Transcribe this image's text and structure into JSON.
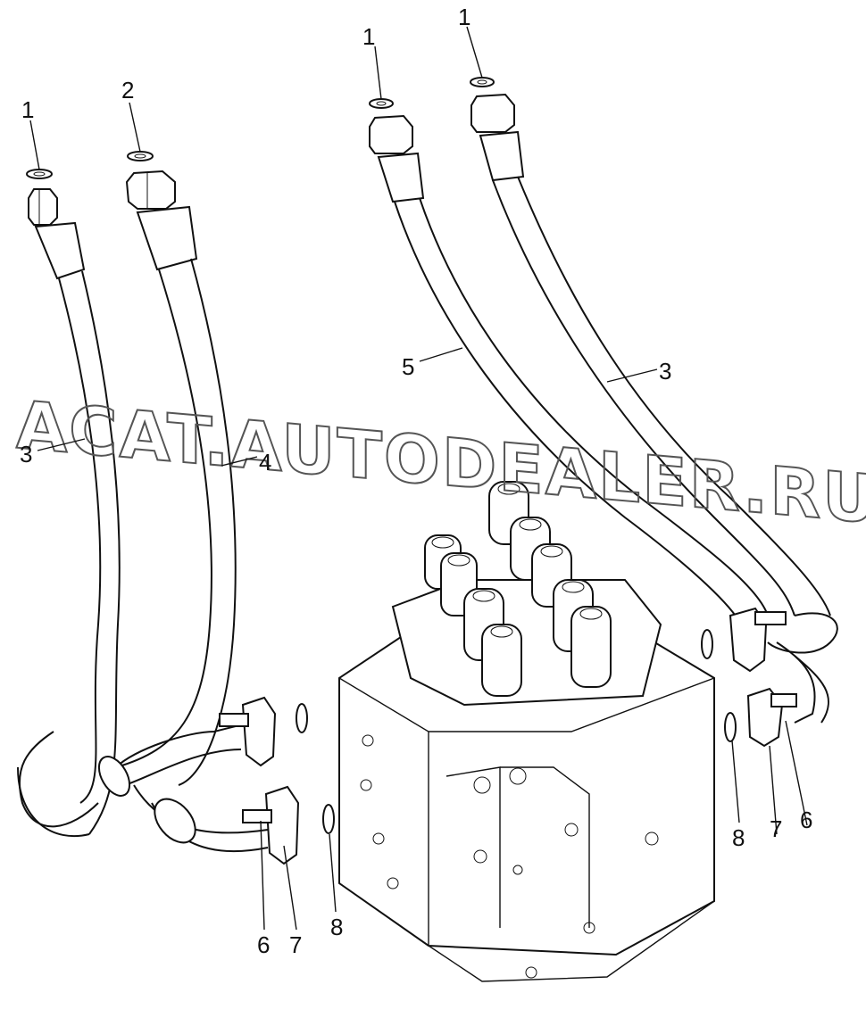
{
  "watermark": "ACAT.AUTODEALER.RU",
  "callouts": {
    "c1a": "1",
    "c2": "2",
    "c1b": "1",
    "c1c": "1",
    "c3a": "3",
    "c4": "4",
    "c5": "5",
    "c3b": "3",
    "c6a": "6",
    "c7a": "7",
    "c8a": "8",
    "c8b": "8",
    "c7b": "7",
    "c6b": "6"
  }
}
